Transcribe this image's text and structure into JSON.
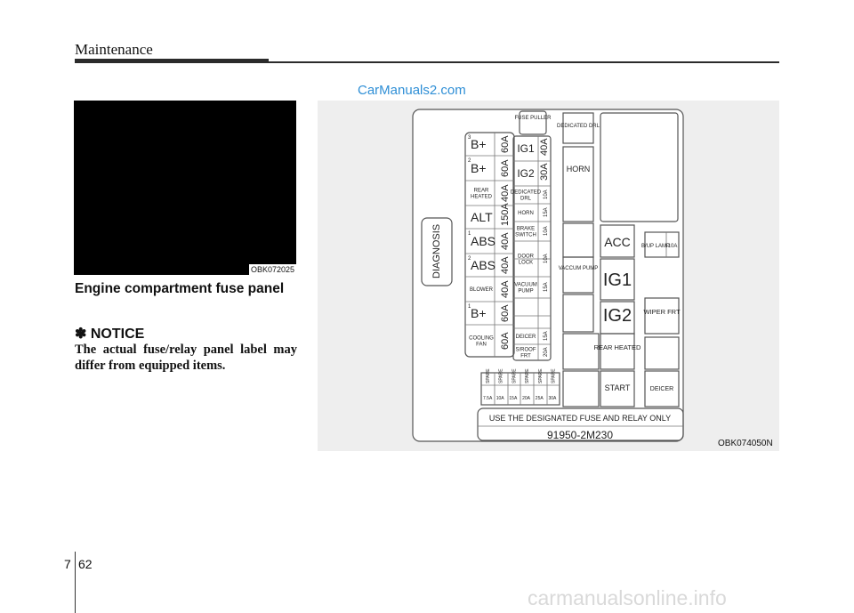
{
  "header": {
    "section": "Maintenance"
  },
  "watermark": "CarManuals2.com",
  "photo": {
    "code": "OBK072025"
  },
  "heading": "Engine compartment fuse panel",
  "notice": {
    "title": "✽ NOTICE",
    "body": "The actual fuse/relay panel label may differ from equipped items."
  },
  "diagram": {
    "code": "OBK074050N",
    "diagnosis": "DIAGNOSIS",
    "big_fuses": [
      {
        "sup": "3",
        "label": "B+",
        "amp": "60A"
      },
      {
        "sup": "2",
        "label": "B+",
        "amp": "60A"
      },
      {
        "sup": "",
        "label": "REAR HEATED",
        "amp": "40A"
      },
      {
        "sup": "",
        "label": "ALT",
        "amp": "150A"
      },
      {
        "sup": "1",
        "label": "ABS",
        "amp": "40A"
      },
      {
        "sup": "2",
        "label": "ABS",
        "amp": "40A"
      },
      {
        "sup": "",
        "label": "BLOWER",
        "amp": "40A"
      },
      {
        "sup": "1",
        "label": "B+",
        "amp": "60A"
      },
      {
        "sup": "",
        "label": "COOLING FAN",
        "amp": "60A"
      }
    ],
    "fuse_puller": "FUSE PULLER",
    "mid_fuses": [
      {
        "label": "IG1",
        "amp": "40A"
      },
      {
        "label": "IG2",
        "amp": "30A"
      },
      {
        "label": "DEDICATED DRL",
        "amp": "10A"
      },
      {
        "label": "HORN",
        "amp": "15A"
      },
      {
        "label": "BRAKE SWITCH",
        "amp": "10A"
      },
      {
        "label": "DOOR LOCK",
        "amp": "10A"
      },
      {
        "label": "VACUUM PUMP",
        "amp": "15A"
      },
      {
        "label": "DEICER",
        "amp": "15A"
      },
      {
        "label": "S/ROOF FRT",
        "amp": "20A"
      }
    ],
    "spares": [
      {
        "label": "SPARE",
        "amp": "7.5A"
      },
      {
        "label": "SPARE",
        "amp": "10A"
      },
      {
        "label": "SPARE",
        "amp": "15A"
      },
      {
        "label": "SPARE",
        "amp": "20A"
      },
      {
        "label": "SPARE",
        "amp": "25A"
      },
      {
        "label": "SPARE",
        "amp": "30A"
      }
    ],
    "relays": {
      "dedicated_drl": "DEDICATED DRL",
      "horn": "HORN",
      "vaccum_pump": "VACCUM PUMP",
      "acc": "ACC",
      "ig1": "IG1",
      "ig2": "IG2",
      "rear_heated": "REAR HEATED",
      "start": "START",
      "b_up_lamp": "B/UP LAMP",
      "b_up_amp": "10A",
      "wiper_frt": "WIPER FRT",
      "deicer": "DEICER"
    },
    "notice_line": "USE THE DESIGNATED FUSE AND RELAY ONLY",
    "part_number": "91950-2M230"
  },
  "footer": {
    "chapter": "7",
    "page": "62",
    "watermark": "carmanualsonline.info"
  }
}
